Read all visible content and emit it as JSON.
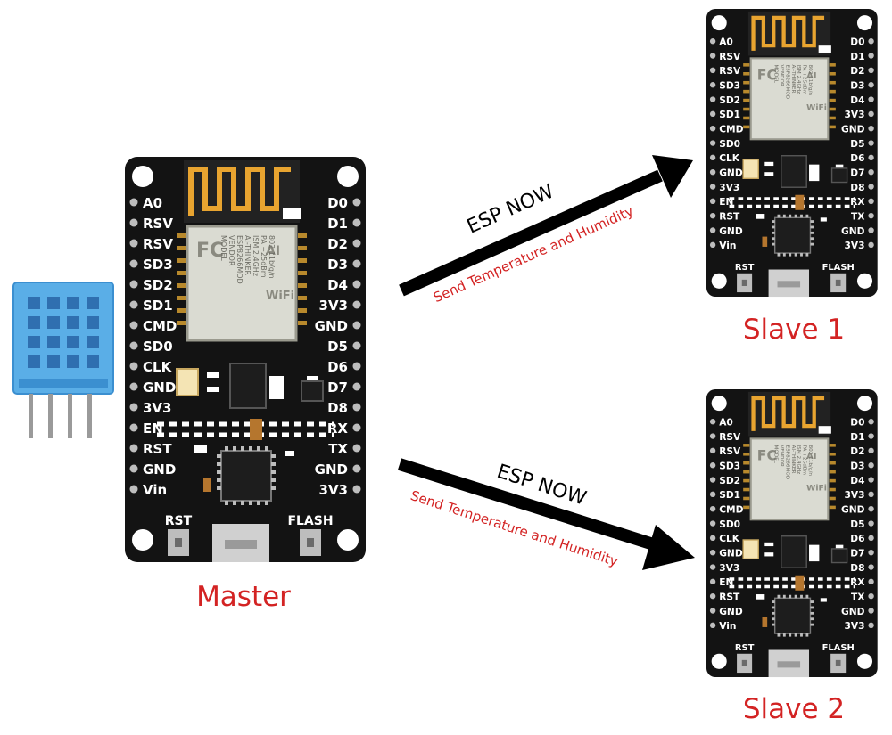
{
  "colors": {
    "board": "#131313",
    "pin": "#bdbdbd",
    "hole": "#ffffff",
    "antenna": "#e8a430",
    "shield": "#dadbd2",
    "chip": "#1d1d1d",
    "caption": "#d32323",
    "arrow": "#000000",
    "sensor": "#5aaee7",
    "sensor_edge": "#3b8fd0"
  },
  "sensor": {
    "icon": "dht11-sensor-icon"
  },
  "board": {
    "left_pins": [
      "A0",
      "RSV",
      "RSV",
      "SD3",
      "SD2",
      "SD1",
      "CMD",
      "SD0",
      "CLK",
      "GND",
      "3V3",
      "EN",
      "RST",
      "GND",
      "Vin"
    ],
    "right_pins": [
      "D0",
      "D1",
      "D2",
      "D3",
      "D4",
      "3V3",
      "GND",
      "D5",
      "D6",
      "D7",
      "D8",
      "RX",
      "TX",
      "GND",
      "3V3"
    ],
    "rst_label": "RST",
    "flash_label": "FLASH",
    "module": {
      "fc_mark": "FC",
      "ai_mark": "AI",
      "wifi_mark": "WiFi",
      "lines": [
        "MODEL",
        "VENDOR",
        "ESP8266MOD",
        "AI-THINKER",
        "ISM 2.4GHz",
        "PA +25dBm",
        "802.11b/g/n"
      ]
    }
  },
  "nodes": {
    "master": {
      "caption": "Master"
    },
    "slave1": {
      "caption": "Slave 1"
    },
    "slave2": {
      "caption": "Slave 2"
    }
  },
  "links": [
    {
      "from": "Master",
      "to": "Slave 1",
      "protocol": "ESP NOW",
      "message": "Send Temperature and Humidity"
    },
    {
      "from": "Master",
      "to": "Slave 2",
      "protocol": "ESP NOW",
      "message": "Send Temperature and Humidity"
    }
  ]
}
